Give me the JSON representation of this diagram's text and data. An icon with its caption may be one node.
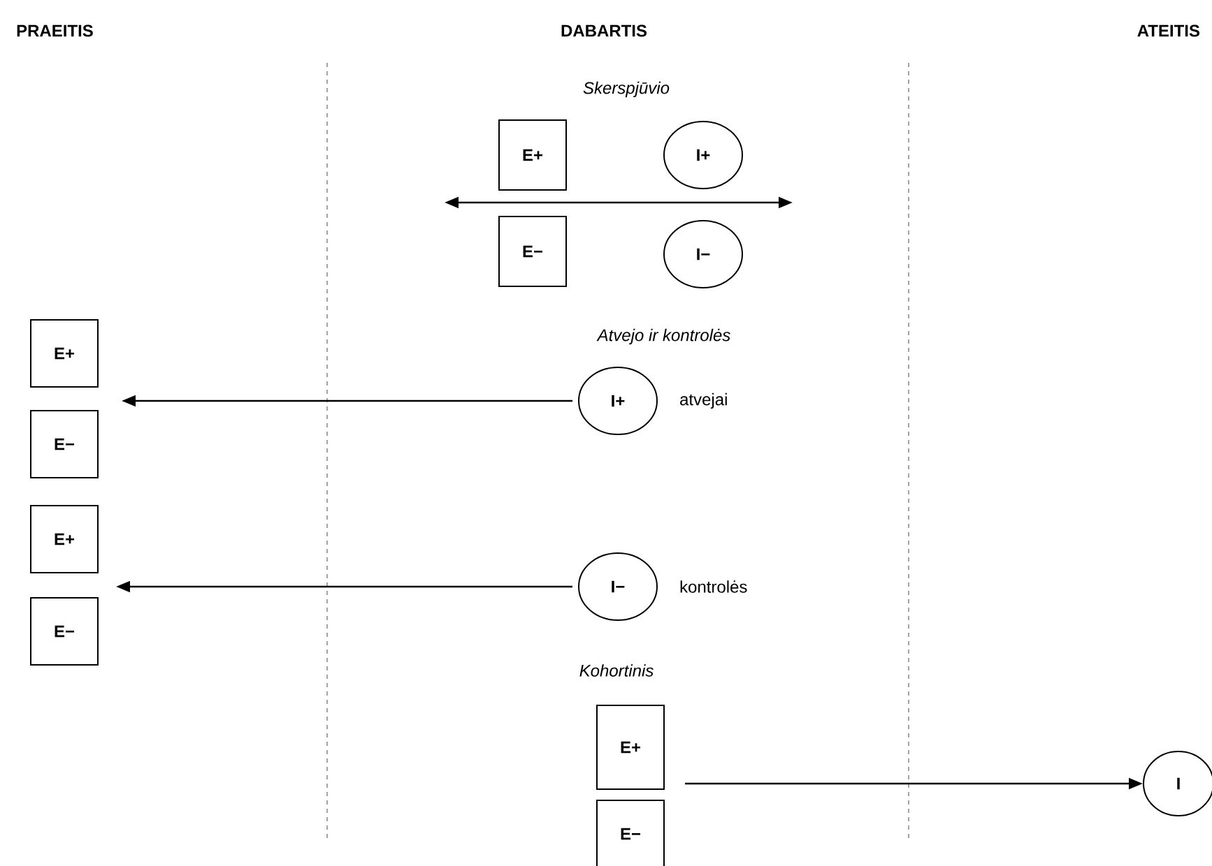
{
  "diagram": {
    "nodes": [
      {
        "text": [
          "E+"
        ]
      },
      {
        "text": [
          "I+"
        ]
      },
      {
        "text": [
          "E−"
        ]
      },
      {
        "text": [
          "I−"
        ]
      },
      {
        "text": [
          "E+"
        ]
      },
      {
        "text": [
          "E−"
        ]
      },
      {
        "text": [
          "E+"
        ]
      },
      {
        "text": [
          "E−"
        ]
      },
      {
        "text": [
          "I+"
        ],
        "beside": [
          "atvejai"
        ]
      },
      {
        "text": [
          "I−"
        ],
        "beside": [
          "kontrolės"
        ]
      },
      {
        "text": [
          "E+"
        ]
      },
      {
        "text": [
          "E−"
        ]
      },
      {
        "text": [
          "I"
        ]
      }
    ],
    "edges": [
      {
        "from": 8,
        "to": null,
        "arrow": "to"
      },
      {
        "from": 9,
        "to": null,
        "arrow": "to"
      },
      {
        "from": null,
        "to": 12,
        "arrow": "to"
      }
    ],
    "labels": [
      "PRAEITIS",
      "DABARTIS",
      "ATEITIS",
      "Skerspjūvio",
      "Atvejo ir kontrolės",
      "Kohortinis"
    ]
  }
}
